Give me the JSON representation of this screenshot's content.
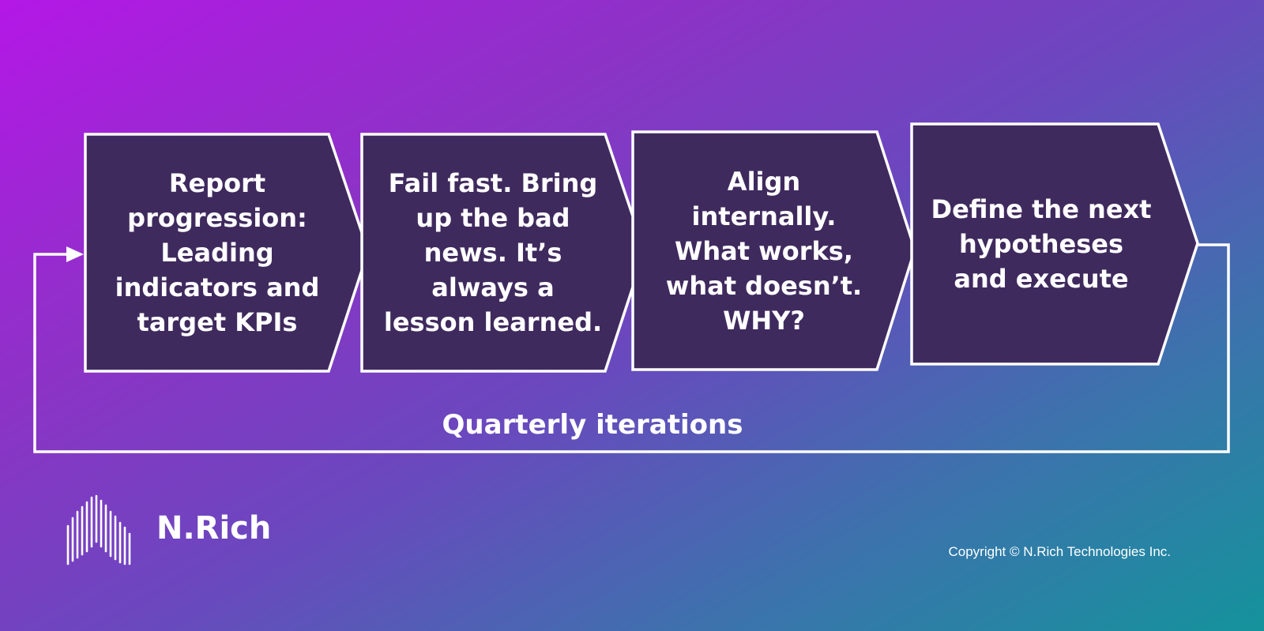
{
  "steps": [
    {
      "text": "Report\nprogression:\nLeading\nindicators and\ntarget KPIs"
    },
    {
      "text": "Fail fast. Bring\nup the bad\nnews. It’s\nalways a\nlesson learned."
    },
    {
      "text": "Align\ninternally.\nWhat works,\nwhat doesn’t.\nWHY?"
    },
    {
      "text": "Define the next\nhypotheses\nand execute"
    }
  ],
  "loop_label": "Quarterly iterations",
  "brand": {
    "name": "N.Rich",
    "copyright": "Copyright © N.Rich Technologies Inc."
  },
  "colors": {
    "box_fill": "#3f2a5e",
    "stroke": "#ffffff",
    "text": "#ffffff"
  }
}
